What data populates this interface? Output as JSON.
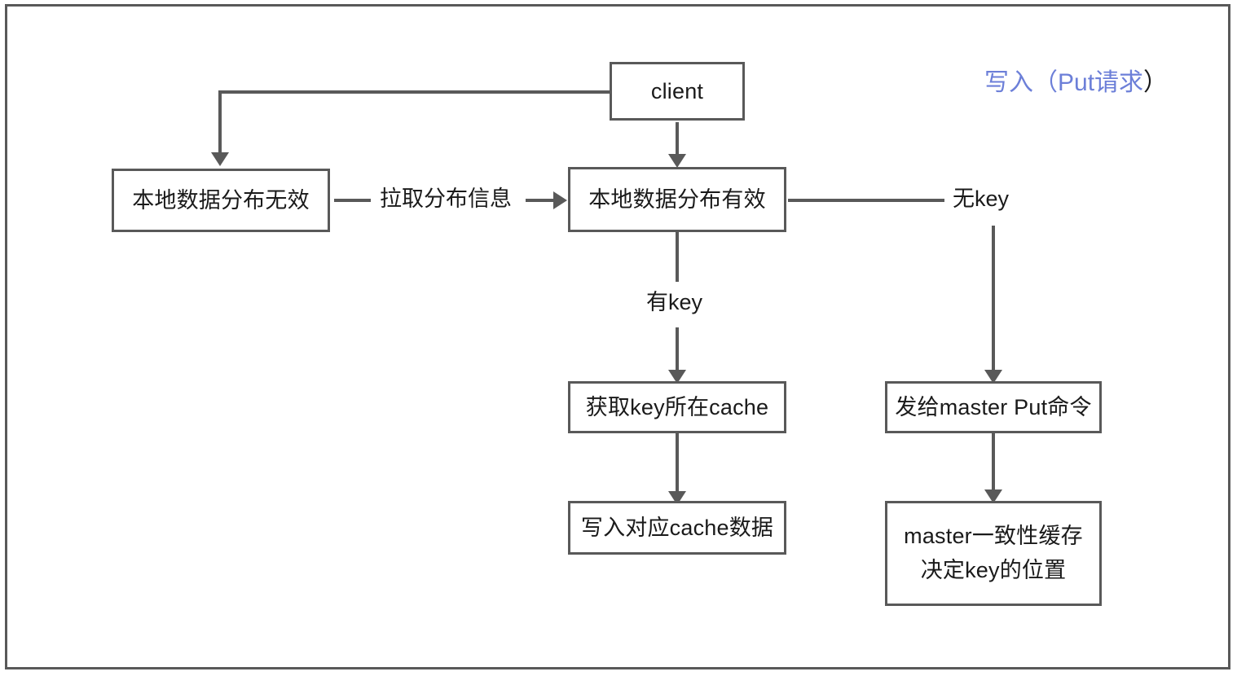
{
  "diagram": {
    "title_main": "写入（Put请求",
    "title_tail": "）",
    "title_color": "#6c7fd8",
    "title_tail_color": "#1a1a1a",
    "line_color": "#595959",
    "box_border_color": "#595959",
    "box_fill_color": "#ffffff",
    "background_color": "#ffffff",
    "type": "flowchart",
    "nodes": [
      {
        "id": "client",
        "label": "client"
      },
      {
        "id": "local-invalid",
        "label": "本地数据分布无效"
      },
      {
        "id": "local-valid",
        "label": "本地数据分布有效"
      },
      {
        "id": "get-key-cache",
        "label": "获取key所在cache"
      },
      {
        "id": "write-cache-data",
        "label": "写入对应cache数据"
      },
      {
        "id": "send-master-put",
        "label": "发给master Put命令"
      },
      {
        "id": "master-consistent",
        "label": "master一致性缓存\n决定key的位置"
      }
    ],
    "edge_labels": [
      {
        "id": "pull-distribution",
        "label": "拉取分布信息"
      },
      {
        "id": "no-key",
        "label": "无key"
      },
      {
        "id": "has-key",
        "label": "有key"
      }
    ],
    "edges": [
      {
        "from": "client",
        "to": "local-invalid",
        "label": ""
      },
      {
        "from": "client",
        "to": "local-valid",
        "label": ""
      },
      {
        "from": "local-invalid",
        "to": "local-valid",
        "label": "拉取分布信息"
      },
      {
        "from": "local-valid",
        "to": "get-key-cache",
        "label": "有key"
      },
      {
        "from": "local-valid",
        "to": "send-master-put",
        "label": "无key"
      },
      {
        "from": "get-key-cache",
        "to": "write-cache-data",
        "label": ""
      },
      {
        "from": "send-master-put",
        "to": "master-consistent",
        "label": ""
      }
    ]
  }
}
